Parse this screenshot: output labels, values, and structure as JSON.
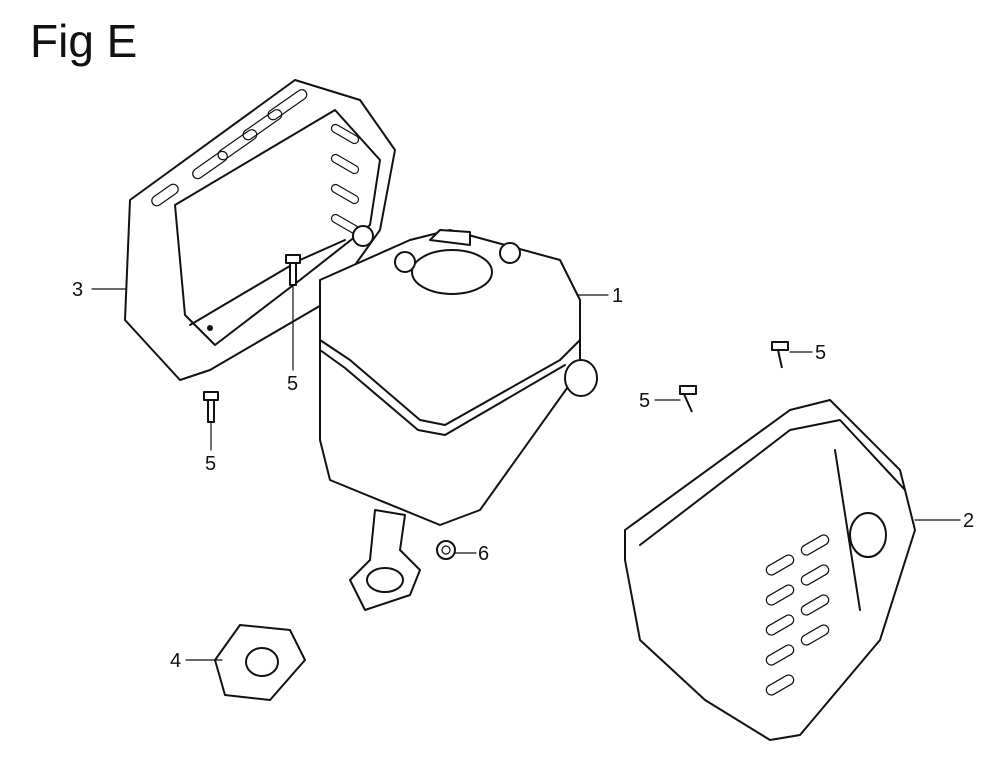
{
  "title": "Fig E",
  "callouts": {
    "muffler": "1",
    "muffler_protector": "2",
    "muffler_cover": "3",
    "gasket": "4",
    "screw_a": "5",
    "screw_b": "5",
    "screw_c": "5",
    "screw_d": "5",
    "nut": "6"
  }
}
